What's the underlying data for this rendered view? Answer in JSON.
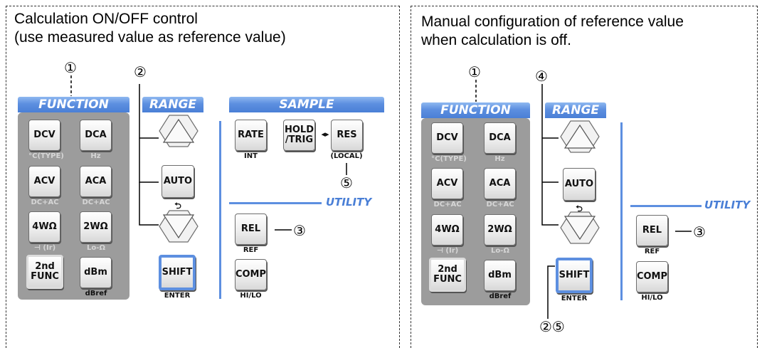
{
  "left": {
    "caption_line1": "Calculation ON/OFF control",
    "caption_line2": "(use measured value as reference value)",
    "function_header": "FUNCTION",
    "range_header": "RANGE",
    "sample_header": "SAMPLE",
    "utility_label": "UTILITY",
    "keys": {
      "dcv": "DCV",
      "dca": "DCA",
      "acv": "ACV",
      "aca": "ACA",
      "w4": "4WΩ",
      "w2": "2WΩ",
      "func2": "2nd\nFUNC",
      "dbm": "dBm",
      "auto": "AUTO",
      "shift": "SHIFT",
      "rate": "RATE",
      "hold": "HOLD\n/TRIG",
      "res": "RES",
      "rel": "REL",
      "comp": "COMP"
    },
    "subs": {
      "dcv": "°C(TYPE)",
      "dca": "Hz",
      "acv": "DC+AC",
      "aca": "DC+AC",
      "w4": "⊣ (Ir)",
      "w2": "Lo-Ω",
      "dbm": "dBref",
      "auto": "⮌",
      "shift": "ENTER",
      "rate": "INT",
      "res": "(LOCAL)",
      "rel": "REF",
      "comp": "HI/LO",
      "hold_arrow": "◂▸"
    },
    "callouts": {
      "c1": "①",
      "c2": "②",
      "c3": "③",
      "c5": "⑤"
    }
  },
  "right": {
    "caption_line1": "Manual configuration of reference value",
    "caption_line2": "when calculation is off.",
    "function_header": "FUNCTION",
    "range_header": "RANGE",
    "utility_label": "UTILITY",
    "keys": {
      "dcv": "DCV",
      "dca": "DCA",
      "acv": "ACV",
      "aca": "ACA",
      "w4": "4WΩ",
      "w2": "2WΩ",
      "func2": "2nd\nFUNC",
      "dbm": "dBm",
      "auto": "AUTO",
      "shift": "SHIFT",
      "rel": "REL",
      "comp": "COMP"
    },
    "subs": {
      "dcv": "°C(TYPE)",
      "dca": "Hz",
      "acv": "DC+AC",
      "aca": "DC+AC",
      "w4": "⊣ (Ir)",
      "w2": "Lo-Ω",
      "dbm": "dBref",
      "auto": "⮌",
      "shift": "ENTER",
      "rel": "REF",
      "comp": "HI/LO"
    },
    "callouts": {
      "c1": "①",
      "c4": "④",
      "c3": "③",
      "c25": "②⑤"
    }
  },
  "colors": {
    "accent_blue": "#5d8fe0",
    "panel_gray": "#9c9c9c"
  }
}
